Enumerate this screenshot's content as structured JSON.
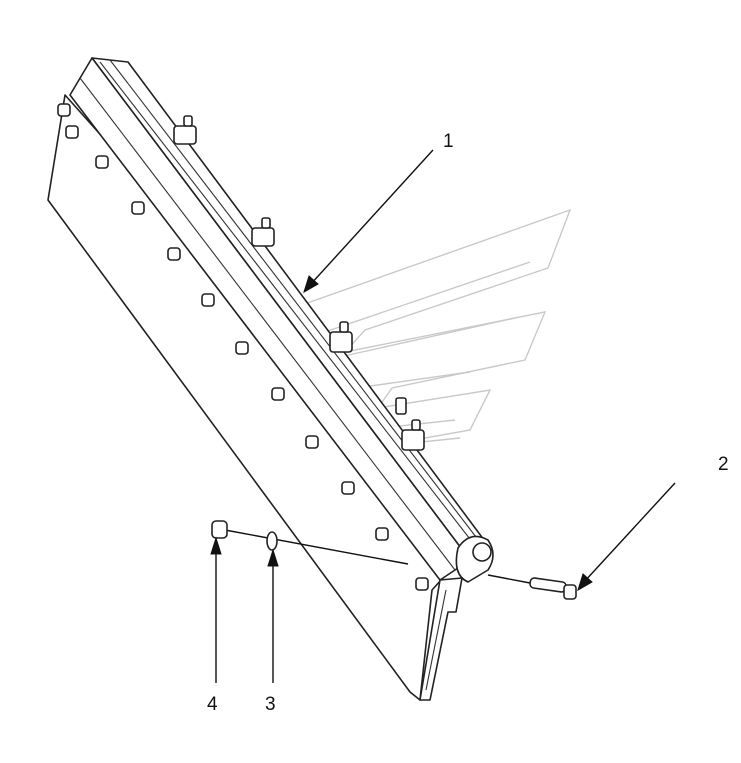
{
  "callouts": [
    {
      "label": "1"
    },
    {
      "label": "2"
    },
    {
      "label": "3"
    },
    {
      "label": "4"
    }
  ],
  "colors": {
    "line": "#222222",
    "watermark": "#c9c9c9",
    "background": "#ffffff"
  }
}
